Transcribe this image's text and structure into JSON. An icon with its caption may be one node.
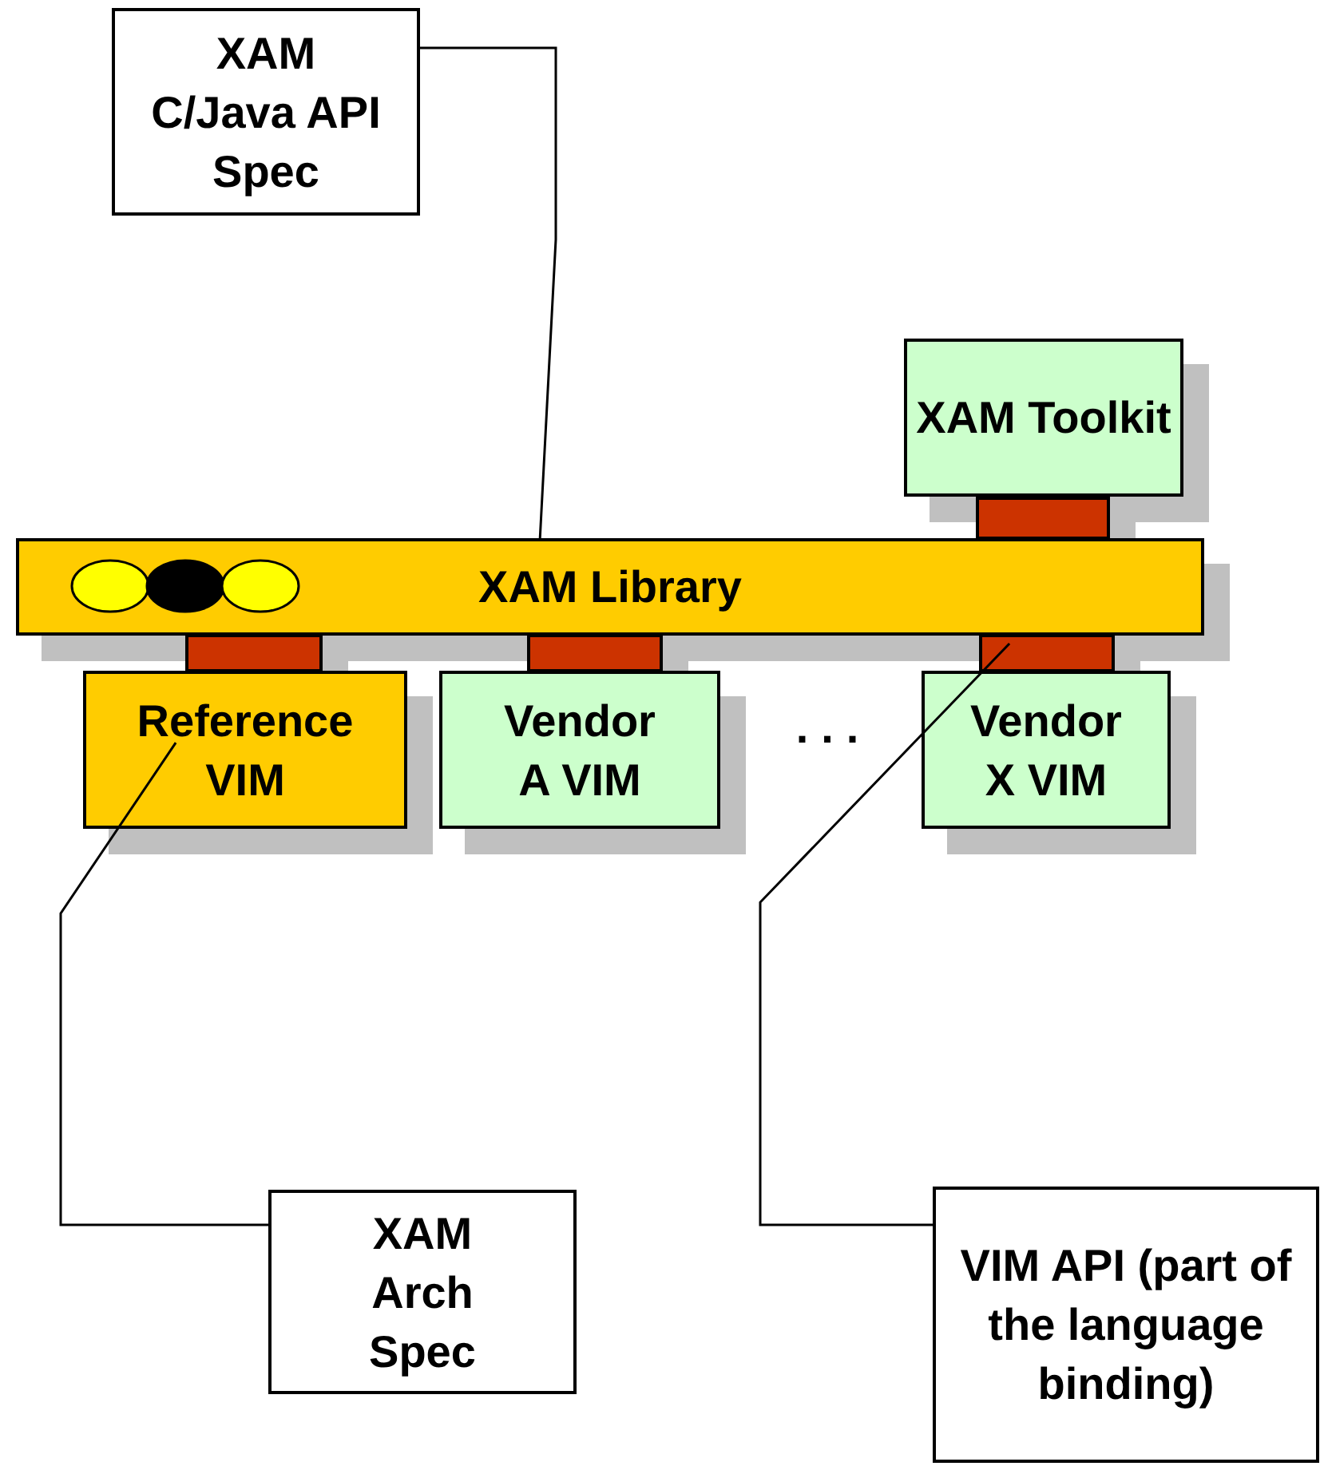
{
  "diagram": {
    "nodes": [
      {
        "text": [
          "XAM C/Java API Spec"
        ]
      },
      {
        "text": [
          "XAM Toolkit"
        ]
      },
      {
        "text": [],
        "shape": "bar"
      },
      {
        "text": [
          "XAM Library"
        ]
      },
      {
        "text": [],
        "shape": "bar"
      },
      {
        "text": [],
        "shape": "bar"
      },
      {
        "text": [],
        "shape": "bar"
      },
      {
        "text": [
          "Reference VIM"
        ]
      },
      {
        "text": [
          "Vendor A VIM"
        ]
      },
      {
        "text": [
          "Vendor X VIM"
        ]
      },
      {
        "text": [
          "XAM Arch Spec"
        ]
      },
      {
        "text": [
          "VIM API (part of the language binding)"
        ]
      }
    ],
    "edges": [
      {
        "from": 0,
        "to": 3,
        "arrow": "none"
      },
      {
        "from": 10,
        "to": 7,
        "arrow": "none"
      },
      {
        "from": 11,
        "to": 6,
        "arrow": "none"
      }
    ],
    "labels": [
      "..."
    ]
  }
}
